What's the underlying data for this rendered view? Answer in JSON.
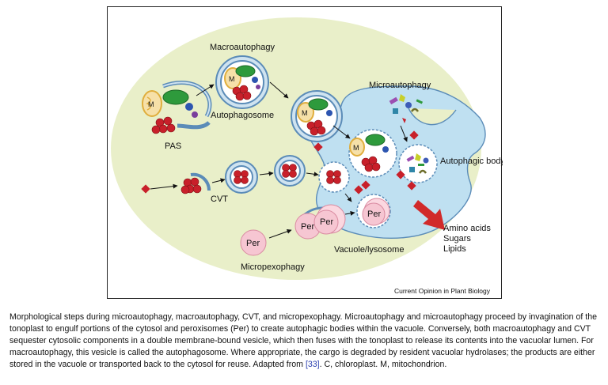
{
  "labels": {
    "macroautophagy": "Macroautophagy",
    "autophagosome": "Autophagosome",
    "microautophagy": "Microautophagy",
    "pas": "PAS",
    "cvt": "CVT",
    "autophagic_body": "Autophagic body",
    "amino_acids": "Amino acids",
    "sugars": "Sugars",
    "lipids": "Lipids",
    "vacuole": "Vacuole/lysosome",
    "micropexophagy": "Micropexophagy",
    "per": "Per",
    "m": "M"
  },
  "credit": "Current Opinion in Plant Biology",
  "caption": {
    "part1": "Morphological steps during microautophagy, macroautophagy, CVT, and micropexophagy. Microautophagy and microautophagy proceed by invagination of the tonoplast to engulf portions of the cytosol and peroxisomes (Per) to create autophagic bodies within the vacuole. Conversely, both macroautophagy and CVT sequester cytosolic components in a double membrane-bound vesicle, which then fuses with the tonoplast to release its contents into the vacuolar lumen. For macroautophagy, this vesicle is called the autophagosome. Where appropriate, the cargo is degraded by resident vacuolar hydrolases; the products are either stored in the vacuole or transported back to the cytosol for reuse. Adapted from ",
    "citation": "[33]",
    "part2": ". C, chloroplast. M, mitochondrion."
  },
  "colors": {
    "cytosol": "#e9efc9",
    "vacuole": "#bfe0f1",
    "membrane": "#5b8cb8",
    "cargo_red": "#c8202a",
    "peroxisome": "#f6c6d2",
    "chloroplast": "#2e9a3c",
    "mitochondrion": "#e0ae3d"
  }
}
